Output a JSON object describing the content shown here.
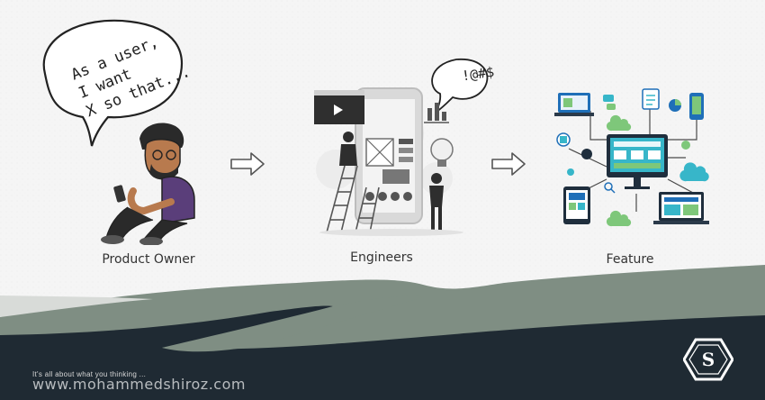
{
  "speech_bubble": {
    "lines": [
      "As a user,",
      "I want",
      "X so that..."
    ]
  },
  "engineers_bubble": {
    "text": "!@#$"
  },
  "labels": {
    "product_owner": "Product Owner",
    "engineers": "Engineers",
    "feature": "Feature"
  },
  "footer": {
    "tagline": "It's all about what you thinking ...",
    "url": "www.mohammedshiroz.com",
    "logo_letter": "S"
  },
  "colors": {
    "background": "#f4f4f4",
    "dark_band": "#1f2a33",
    "sage_band": "#7f8e83",
    "screen_blue": "#1f6fb8",
    "accent_green": "#7ec77a",
    "accent_cyan": "#37b6c9",
    "person_purple": "#5a3e7a"
  }
}
